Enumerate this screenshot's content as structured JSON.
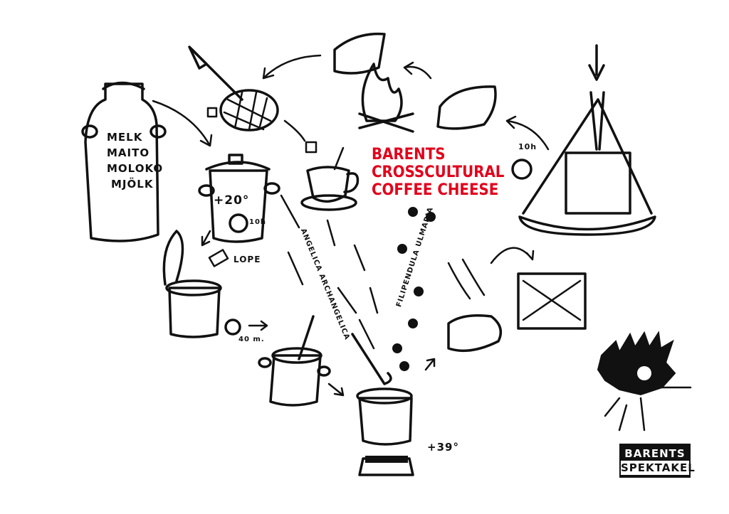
{
  "title": {
    "line1": "BARENTS",
    "line2": "CROSSCULTURAL",
    "line3": "COFFEE CHEESE",
    "color": "#e3001b"
  },
  "milk_can": {
    "labels": [
      "MELK",
      "MAITO",
      "MOLOKO",
      "MJÖLK"
    ]
  },
  "pot_rest": {
    "temperature": "+20°",
    "time": "10h"
  },
  "rennet": {
    "label": "LOPE"
  },
  "stir_timer": {
    "time": "40 m."
  },
  "heating": {
    "temperature": "+39°"
  },
  "press_timer": {
    "time": "10h"
  },
  "herbs": {
    "angelica": "ANGELICA ARCHANGELICA",
    "meadowsweet": "FILIPENDULA ULMARIA"
  },
  "logo": {
    "line1": "BARENTS",
    "line2": "SPEKTAKEL"
  }
}
